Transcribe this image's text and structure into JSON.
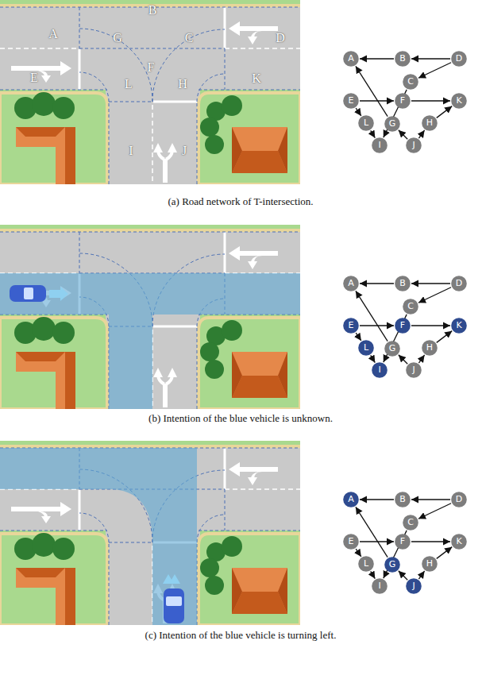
{
  "diagram": {
    "nodes": [
      {
        "text": [
          "A"
        ]
      },
      {
        "text": [
          "B"
        ]
      },
      {
        "text": [
          "D"
        ]
      },
      {
        "text": [
          "C"
        ]
      },
      {
        "text": [
          "E"
        ]
      },
      {
        "text": [
          "F"
        ]
      },
      {
        "text": [
          "K"
        ]
      },
      {
        "text": [
          "L"
        ]
      },
      {
        "text": [
          "G"
        ]
      },
      {
        "text": [
          "H"
        ]
      },
      {
        "text": [
          "I"
        ]
      },
      {
        "text": [
          "J"
        ]
      },
      {
        "text": [
          "A"
        ]
      },
      {
        "text": [
          "B"
        ]
      },
      {
        "text": [
          "D"
        ]
      },
      {
        "text": [
          "C"
        ]
      },
      {
        "text": [
          "E"
        ]
      },
      {
        "text": [
          "F"
        ]
      },
      {
        "text": [
          "K"
        ]
      },
      {
        "text": [
          "L"
        ]
      },
      {
        "text": [
          "G"
        ]
      },
      {
        "text": [
          "H"
        ]
      },
      {
        "text": [
          "I"
        ]
      },
      {
        "text": [
          "J"
        ]
      },
      {
        "text": [
          "A"
        ]
      },
      {
        "text": [
          "B"
        ]
      },
      {
        "text": [
          "D"
        ]
      },
      {
        "text": [
          "C"
        ]
      },
      {
        "text": [
          "E"
        ]
      },
      {
        "text": [
          "F"
        ]
      },
      {
        "text": [
          "K"
        ]
      },
      {
        "text": [
          "L"
        ]
      },
      {
        "text": [
          "G"
        ]
      },
      {
        "text": [
          "H"
        ]
      },
      {
        "text": [
          "I"
        ]
      },
      {
        "text": [
          "J"
        ]
      }
    ],
    "edges": [
      {
        "from": 2,
        "to": 1,
        "arrow": "to"
      },
      {
        "from": 1,
        "to": 0,
        "arrow": "to"
      },
      {
        "from": 2,
        "to": 3,
        "arrow": "to"
      },
      {
        "from": 3,
        "to": 10,
        "arrow": "to"
      },
      {
        "from": 8,
        "to": 0,
        "arrow": "to"
      },
      {
        "from": 4,
        "to": 5,
        "arrow": "to"
      },
      {
        "from": 5,
        "to": 6,
        "arrow": "to"
      },
      {
        "from": 4,
        "to": 7,
        "arrow": "to"
      },
      {
        "from": 7,
        "to": 10,
        "arrow": "to"
      },
      {
        "from": 11,
        "to": 8,
        "arrow": "to"
      },
      {
        "from": 11,
        "to": 9,
        "arrow": "to"
      },
      {
        "from": 9,
        "to": 6,
        "arrow": "to"
      },
      {
        "from": 14,
        "to": 13,
        "arrow": "to"
      },
      {
        "from": 13,
        "to": 12,
        "arrow": "to"
      },
      {
        "from": 14,
        "to": 15,
        "arrow": "to"
      },
      {
        "from": 15,
        "to": 22,
        "arrow": "to"
      },
      {
        "from": 20,
        "to": 12,
        "arrow": "to"
      },
      {
        "from": 16,
        "to": 17,
        "arrow": "to"
      },
      {
        "from": 17,
        "to": 18,
        "arrow": "to"
      },
      {
        "from": 16,
        "to": 19,
        "arrow": "to"
      },
      {
        "from": 19,
        "to": 22,
        "arrow": "to"
      },
      {
        "from": 23,
        "to": 20,
        "arrow": "to"
      },
      {
        "from": 23,
        "to": 21,
        "arrow": "to"
      },
      {
        "from": 21,
        "to": 18,
        "arrow": "to"
      },
      {
        "from": 26,
        "to": 25,
        "arrow": "to"
      },
      {
        "from": 25,
        "to": 24,
        "arrow": "to"
      },
      {
        "from": 26,
        "to": 27,
        "arrow": "to"
      },
      {
        "from": 27,
        "to": 34,
        "arrow": "to"
      },
      {
        "from": 32,
        "to": 24,
        "arrow": "to"
      },
      {
        "from": 28,
        "to": 29,
        "arrow": "to"
      },
      {
        "from": 29,
        "to": 30,
        "arrow": "to"
      },
      {
        "from": 28,
        "to": 31,
        "arrow": "to"
      },
      {
        "from": 31,
        "to": 34,
        "arrow": "to"
      },
      {
        "from": 35,
        "to": 32,
        "arrow": "to"
      },
      {
        "from": 35,
        "to": 33,
        "arrow": "to"
      },
      {
        "from": 33,
        "to": 30,
        "arrow": "to"
      }
    ],
    "labels": [
      "B",
      "A",
      "G",
      "C",
      "D",
      "F",
      "E",
      "K",
      "L",
      "H",
      "I",
      "J",
      "(a) Road network of T-intersection.",
      "(b) Intention of the blue vehicle is unknown.",
      "(c) Intention of the blue vehicle is turning left."
    ]
  }
}
